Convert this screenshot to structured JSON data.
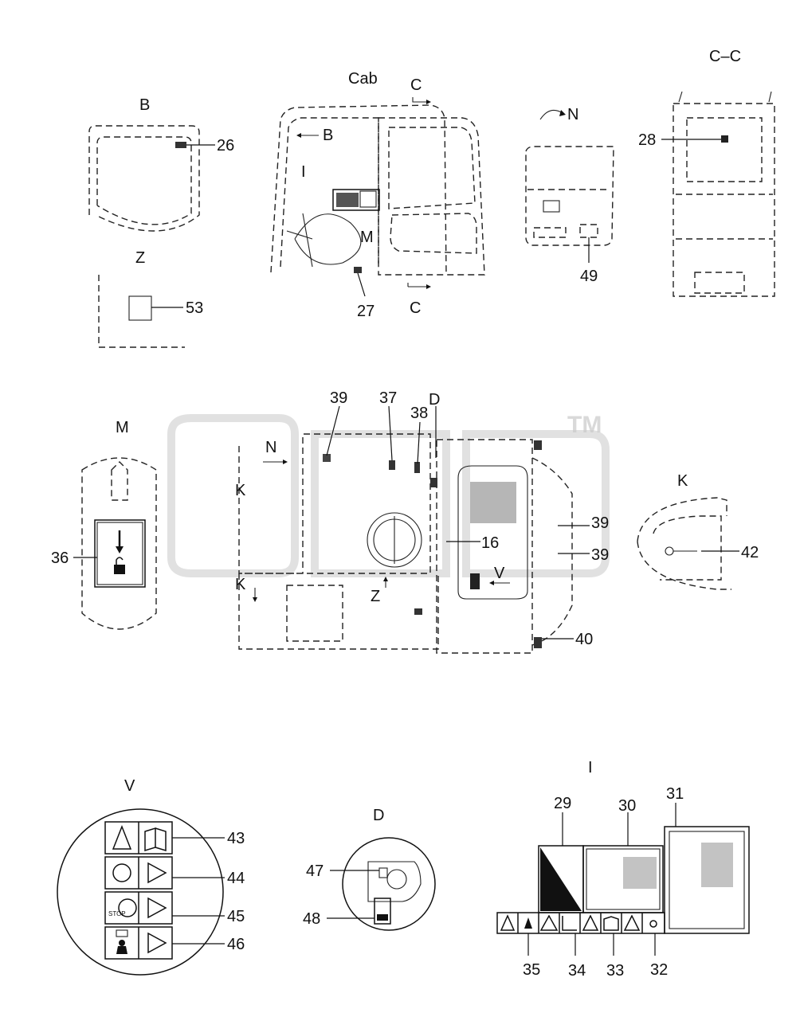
{
  "watermark": {
    "text": "TM"
  },
  "views": {
    "cab": "Cab",
    "b": "B",
    "z": "Z",
    "n": "N",
    "cc": "C–C",
    "m": "M",
    "k": "K",
    "v": "V",
    "d": "D",
    "i": "I"
  },
  "markers": {
    "c_top": "C",
    "c_bottom": "C",
    "b_arrow": "B",
    "i_mark": "I",
    "m_mark": "M",
    "n_arrow": "N",
    "k_top": "K",
    "k_bottom": "K",
    "z_arrow": "Z",
    "d_mark": "D",
    "v_mark": "V",
    "stop_text": "STOP"
  },
  "callouts": {
    "c26": "26",
    "c27": "27",
    "c28": "28",
    "c49": "49",
    "c53": "53",
    "c36": "36",
    "c39a": "39",
    "c37": "37",
    "c38": "38",
    "c16": "16",
    "c39b": "39",
    "c39c": "39",
    "c40": "40",
    "c42": "42",
    "c43": "43",
    "c44": "44",
    "c45": "45",
    "c46": "46",
    "c47": "47",
    "c48": "48",
    "c29": "29",
    "c30": "30",
    "c31": "31",
    "c35": "35",
    "c34": "34",
    "c33": "33",
    "c32": "32"
  },
  "icons": [
    "warning-triangle-icon",
    "book-icon",
    "fan-icon",
    "hand-icon",
    "stop-icon",
    "operator-icon",
    "lock-icon",
    "arrow-down-icon"
  ]
}
